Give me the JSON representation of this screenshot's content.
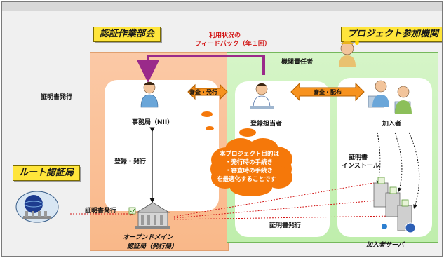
{
  "groups": {
    "working_group": "認証作業部会",
    "participants": "プロジェクト参加機関",
    "root_ca": "ルート認証局"
  },
  "labels": {
    "feedback_line1": "利用状況の",
    "feedback_line2": "フィードバック（年１回）",
    "left_cert_issue": "証明書発行",
    "inst_manager": "機関責任者",
    "review_issue": "審査・発行",
    "review_distribute": "審査・配布",
    "secretariat": "事務局（NII）",
    "registrar": "登録担当者",
    "subscriber": "加入者",
    "register_issue": "登録・発行",
    "cert_install_1": "証明書",
    "cert_install_2": "インストール",
    "cert_issue_root": "証明書発行",
    "cert_issue_bottom": "証明書発行",
    "open_domain_1": "オープンドメイン",
    "open_domain_2": "認証局（発行局）",
    "subscriber_server": "加入者サーバ"
  },
  "goal_cloud": {
    "line1": "本プロジェクト目的は",
    "line2": "・発行時の手続き",
    "line3": "・審査時の手続き",
    "line4": "を最適化することです"
  },
  "colors": {
    "badge": "#ffe53b",
    "orange_panel": "#f9b889",
    "green_panel": "#bfeeac",
    "cloud": "#f5780a",
    "feedback_arrow": "#9a2a8a",
    "feedback_text": "#d21414",
    "arrow": "#f7921e"
  }
}
